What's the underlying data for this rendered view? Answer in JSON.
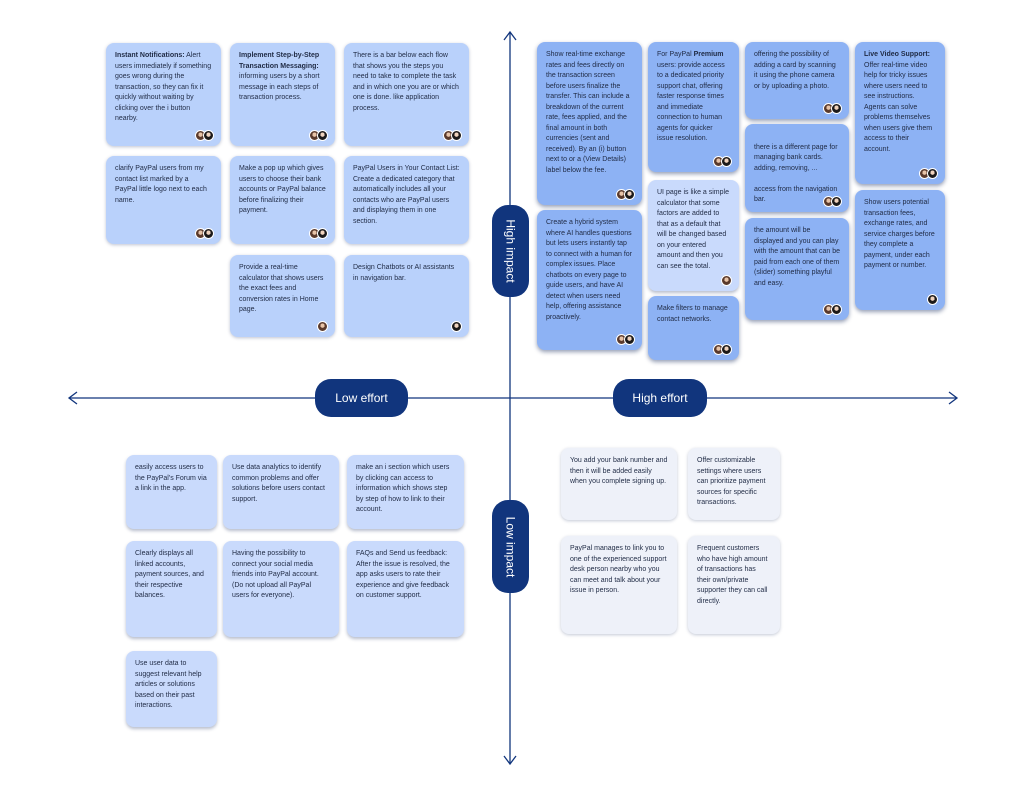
{
  "axes": {
    "x_low": "Low effort",
    "x_high": "High effort",
    "y_high": "High impact",
    "y_low": "Low impact"
  },
  "notes": {
    "ql1": {
      "title": "Instant Notifications:",
      "text": " Alert users immediately if something goes wrong during the transaction, so they can fix it quickly without waiting by clicking over the i button nearby."
    },
    "ql2": {
      "title": "Implement Step-by-Step Transaction Messaging:",
      "text": " informing users by a short message in each steps of transaction process."
    },
    "ql3": {
      "text": "There is a bar below each flow that shows you the steps you need to take to complete the task and in which one you are or which one is done. like application process."
    },
    "ql4": {
      "text": "clarify PayPal users from my contact list marked by a PayPal little logo next to each name."
    },
    "ql5": {
      "text": "Make a pop up  which gives users to choose their bank accounts or PayPal balance before finalizing their payment."
    },
    "ql6": {
      "text": "PayPal Users in Your Contact List: Create a dedicated category that automatically includes all your contacts who are PayPal users and displaying them in one section."
    },
    "ql7": {
      "text": "Provide a real-time calculator that shows users the exact fees and conversion rates in Home page."
    },
    "ql8": {
      "text": "Design Chatbots or AI assistants in navigation bar."
    },
    "qr1": {
      "text": "Show real-time exchange rates and fees directly on the transaction screen before users finalize the transfer. This can include a breakdown of the current rate, fees applied, and the final amount in both currencies (sent and received). By an (i) button next to or a (View Details) label below the fee."
    },
    "qr2": {
      "text": "Create a hybrid system where AI handles questions but lets users instantly tap to connect with a human for complex issues. Place chatbots on every page to guide users, and have AI detect when users need help, offering assistance proactively."
    },
    "qr3": {
      "pre": "For PayPal ",
      "title": "Premium",
      "text": " users: provide access to a dedicated priority support chat, offering faster response times and immediate connection to human agents for quicker issue resolution."
    },
    "qr4": {
      "text": "UI page is like a simple calculator that some factors are added to that as a default that will be changed based on your entered amount and then you can see the total."
    },
    "qr5": {
      "text": "Make filters to manage contact networks."
    },
    "qr6": {
      "text": "offering the possibility of adding a card by scanning it using the phone camera or by uploading a photo."
    },
    "qr7": {
      "text": "there is a different page for managing bank cards. adding, removing, ...\n\naccess from the navigation bar."
    },
    "qr8": {
      "text": "the amount will be displayed and you can play with the amount that can be paid from each one of them (slider) something playful and easy."
    },
    "qr9": {
      "title": "Live Video Support:",
      "text": " Offer real-time video help for tricky issues where users need to see instructions. Agents can solve problems themselves when users give them access to their account."
    },
    "qr10": {
      "text": "Show users potential transaction fees, exchange rates, and service charges before they complete a payment, under each payment or number."
    },
    "bl1": {
      "text": "easily access users to the PayPal's Forum via a link in the app."
    },
    "bl2": {
      "text": "Use data analytics to identify common problems and offer solutions before users contact support."
    },
    "bl3": {
      "text": "make an i section which users by clicking can access to information which shows step by step of how to link to their account."
    },
    "bl4": {
      "text": "Clearly displays all linked accounts, payment sources, and their respective balances."
    },
    "bl5": {
      "text": "Having the possibility to connect your social media friends into PayPal account. (Do not upload all PayPal users for everyone)."
    },
    "bl6": {
      "text": "FAQs and Send us feedback: After the issue is resolved, the app asks users to rate their experience and give feedback on customer support."
    },
    "bl7": {
      "text": "Use user data to suggest relevant help articles or solutions based on their past interactions."
    },
    "br1": {
      "text": "You add your bank number and then it will be added easily when you complete signing up."
    },
    "br2": {
      "text": "Offer customizable settings where users can prioritize payment sources for specific transactions."
    },
    "br3": {
      "text": "PayPal manages to link you to one of the experienced support desk person nearby who you can meet and talk about your issue in person."
    },
    "br4": {
      "text": "Frequent customers who have high amount of transactions has their own/private supporter they can call directly."
    }
  },
  "colors": {
    "axis": "#11357d",
    "note_blue": "#b9d1fb",
    "note_mid": "#8db2f4",
    "note_grey": "#eef1f9"
  }
}
